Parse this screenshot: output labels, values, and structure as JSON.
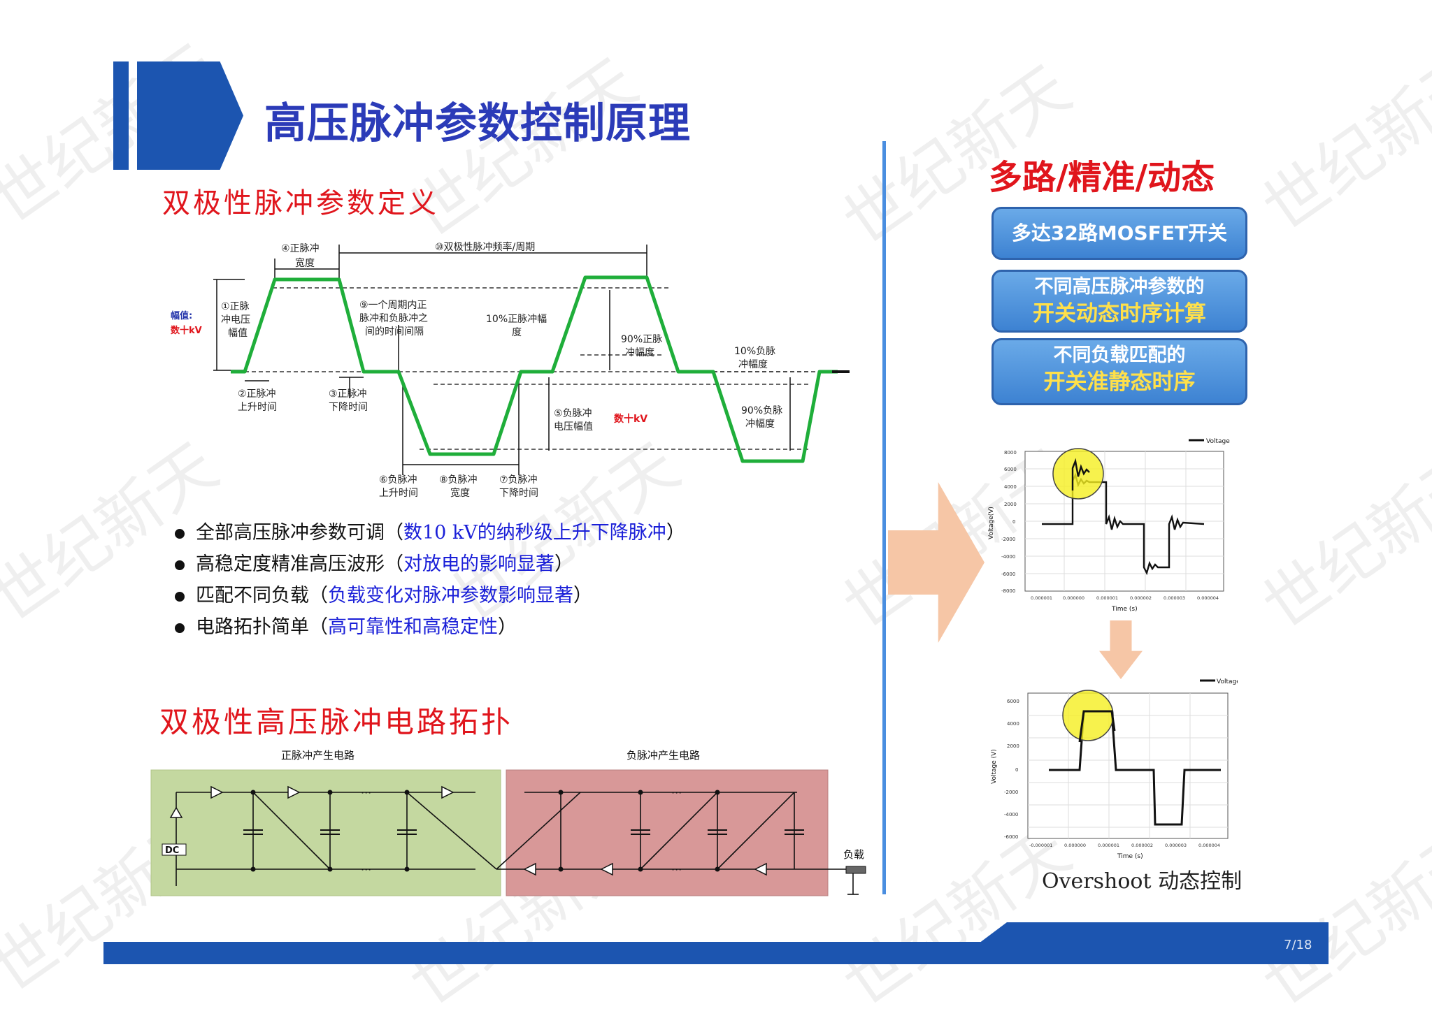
{
  "watermark": "世纪新天",
  "title": "高压脉冲参数控制原理",
  "section1_title": "双极性脉冲参数定义",
  "section2_title": "双极性高压脉冲电路拓扑",
  "waveform": {
    "labels": {
      "amp_label": "幅值:",
      "amp_value": "数十kV",
      "pos_amp_1": "①正脉",
      "pos_amp_2": "冲电压",
      "pos_amp_3": "幅值",
      "pos_width_1": "④正脉冲",
      "pos_width_2": "宽度",
      "period": "⑩双极性脉冲频率/周期",
      "interval_1": "⑨一个周期内正",
      "interval_2": "脉冲和负脉冲之",
      "interval_3": "间的时间间隔",
      "rise_pos_1": "②正脉冲",
      "rise_pos_2": "上升时间",
      "fall_pos_1": "③正脉冲",
      "fall_pos_2": "下降时间",
      "ten_pos_1": "10%正脉冲幅",
      "ten_pos_2": "度",
      "ninety_pos_1": "90%正脉",
      "ninety_pos_2": "冲幅度",
      "neg_amp_1": "⑤负脉冲",
      "neg_amp_2": "电压幅值",
      "neg_value": "数十kV",
      "ten_neg_1": "10%负脉",
      "ten_neg_2": "冲幅度",
      "ninety_neg_1": "90%负脉",
      "ninety_neg_2": "冲幅度",
      "rise_neg_1": "⑥负脉冲",
      "rise_neg_2": "上升时间",
      "width_neg_1": "⑧负脉冲",
      "width_neg_2": "宽度",
      "fall_neg_1": "⑦负脉冲",
      "fall_neg_2": "下降时间"
    }
  },
  "bullets": [
    {
      "main": "全部高压脉冲参数可调（",
      "accent": "数10 kV的纳秒级上升下降脉冲",
      "tail": "）"
    },
    {
      "main": "高稳定度精准高压波形（",
      "accent": "对放电的影响显著",
      "tail": "）"
    },
    {
      "main": "匹配不同负载（",
      "accent": "负载变化对脉冲参数影响显著",
      "tail": "）"
    },
    {
      "main": "电路拓扑简单（",
      "accent": "高可靠性和高稳定性",
      "tail": "）"
    }
  ],
  "circuit": {
    "pos_label": "正脉冲产生电路",
    "neg_label": "负脉冲产生电路",
    "dc_label": "DC",
    "load_label": "负载",
    "ellipsis": "···",
    "colors": {
      "pos_bg": "#c4d8a0",
      "neg_bg": "#d89898"
    }
  },
  "right": {
    "title": "多路/精准/动态",
    "pill1": "多达32路MOSFET开关",
    "pill2_l1": "不同高压脉冲参数的",
    "pill2_l2": "开关动态时序计算",
    "pill3_l1": "不同负载匹配的",
    "pill3_l2": "开关准静态时序",
    "caption": "Overshoot 动态控制"
  },
  "plot1": {
    "legend": "Voltage",
    "ylabel": "Voltage(V)",
    "xlabel": "Time (s)",
    "yticks": [
      "8000",
      "6000",
      "4000",
      "2000",
      "0",
      "-2000",
      "-4000",
      "-6000",
      "-8000"
    ],
    "xticks": [
      "0.000001",
      "0.000000",
      "0.000001",
      "0.000002",
      "0.000003",
      "0.000004"
    ]
  },
  "plot2": {
    "legend": "Voltage",
    "ylabel": "Voltage (V)",
    "xlabel": "Time (s)",
    "yticks": [
      "6000",
      "4000",
      "2000",
      "0",
      "-2000",
      "-4000",
      "-6000"
    ],
    "xticks": [
      "-0.000001",
      "0.000000",
      "0.000001",
      "0.000002",
      "0.000003",
      "0.000004"
    ]
  },
  "page_number": "7/18"
}
